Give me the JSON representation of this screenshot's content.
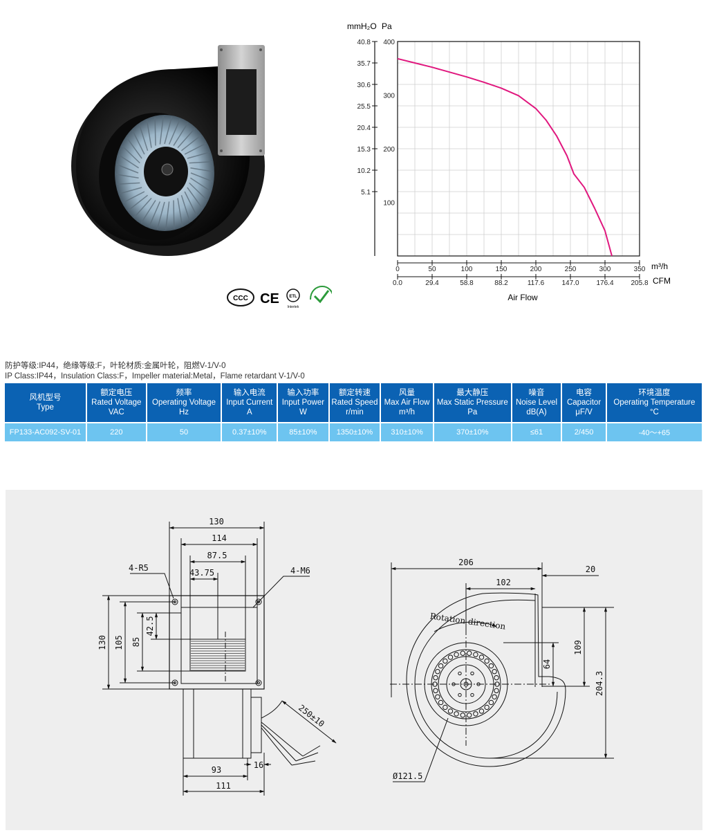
{
  "certifications": [
    {
      "name": "ccc-mark",
      "text": "CCC"
    },
    {
      "name": "ce-mark",
      "text": "CE"
    },
    {
      "name": "etl-mark",
      "text": "ETL",
      "subtext": "Intertek"
    },
    {
      "name": "rohs-mark",
      "text": ""
    }
  ],
  "chart_data": {
    "type": "line",
    "title": "",
    "xlabel": "Air Flow",
    "x_unit": "m³/h",
    "x2_unit": "CFM",
    "y_left_unit": "mmH₂O",
    "y_right_unit": "Pa",
    "xlim": [
      0,
      350
    ],
    "ylim": [
      0,
      400
    ],
    "x_ticks": [
      0,
      50,
      100,
      150,
      200,
      250,
      300,
      350
    ],
    "x_tick_labels": [
      "0",
      "50",
      "100",
      "150",
      "200",
      "250",
      "300",
      "350"
    ],
    "x2_tick_labels": [
      "0.0",
      "29.4",
      "58.8",
      "88.2",
      "117.6",
      "147.0",
      "176.4",
      "205.8"
    ],
    "y_right_ticks": [
      100,
      200,
      300,
      400
    ],
    "y_right_tick_labels": [
      "100",
      "200",
      "300",
      "400"
    ],
    "y_left_ticks": [
      40,
      80,
      120,
      160,
      200,
      240,
      280,
      320,
      360,
      400
    ],
    "y_left_tick_labels": [
      "5.1",
      "10.2",
      "15.3",
      "20.4",
      "25.5",
      "30.6",
      "35.7",
      "40.8"
    ],
    "y_left_label_start": 50,
    "grid": true,
    "series": [
      {
        "name": "",
        "color": "#e0177e",
        "x": [
          0,
          25,
          50,
          75,
          100,
          125,
          150,
          175,
          200,
          215,
          230,
          245,
          255,
          270,
          285,
          300,
          310
        ],
        "y": [
          368,
          360,
          352,
          343,
          334,
          324,
          313,
          299,
          275,
          253,
          224,
          187,
          153,
          128,
          89,
          47,
          0
        ]
      }
    ]
  },
  "specs": {
    "line_zh": "防护等级:IP44，绝缘等级:F，叶轮材质:金属叶轮，阻燃V-1/V-0",
    "line_en": "IP Class:IP44，Insulation Class:F，Impeller material:Metal，Flame retardant V-1/V-0",
    "headers": [
      {
        "zh": "风机型号",
        "en": "Type",
        "unit": ""
      },
      {
        "zh": "额定电压",
        "en": "Rated Voltage",
        "unit": "VAC"
      },
      {
        "zh": "频率",
        "en": "Operating Voltage",
        "unit": "Hz"
      },
      {
        "zh": "输入电流",
        "en": "Input Current",
        "unit": "A"
      },
      {
        "zh": "输入功率",
        "en": "Input Power",
        "unit": "W"
      },
      {
        "zh": "额定转速",
        "en": "Rated Speed",
        "unit": "r/min"
      },
      {
        "zh": "风量",
        "en": "Max Air Flow",
        "unit": "m³/h"
      },
      {
        "zh": "最大静压",
        "en": "Max Static Pressure",
        "unit": "Pa"
      },
      {
        "zh": "噪音",
        "en": "Noise Level",
        "unit": "dB(A)"
      },
      {
        "zh": "电容",
        "en": "Capacitor",
        "unit": "μF/V"
      },
      {
        "zh": "环境温度",
        "en": "Operating Temperature",
        "unit": "°C"
      }
    ],
    "rows": [
      [
        "FP133-AC092-SV-01",
        "220",
        "50",
        "0.37±10%",
        "85±10%",
        "1350±10%",
        "310±10%",
        "370±10%",
        "≤61",
        "2/450",
        "-40～+65"
      ]
    ]
  },
  "drawing": {
    "front": {
      "dim_130_top": "130",
      "dim_114": "114",
      "dim_87_5": "87.5",
      "dim_43_75": "43.75",
      "label_4_r5": "4-R5",
      "label_4_m6": "4-M6",
      "dim_130_left": "130",
      "dim_105": "105",
      "dim_85": "85",
      "dim_42_5": "42.5",
      "dim_250": "250±10",
      "dim_93": "93",
      "dim_16": "16",
      "dim_111": "111"
    },
    "side": {
      "dim_206": "206",
      "dim_102": "102",
      "dim_20": "20",
      "dim_109": "109",
      "dim_64": "64",
      "dim_204_3": "204.3",
      "rotation": "Rotation direction",
      "dim_121_5": "Ø121.5"
    }
  }
}
